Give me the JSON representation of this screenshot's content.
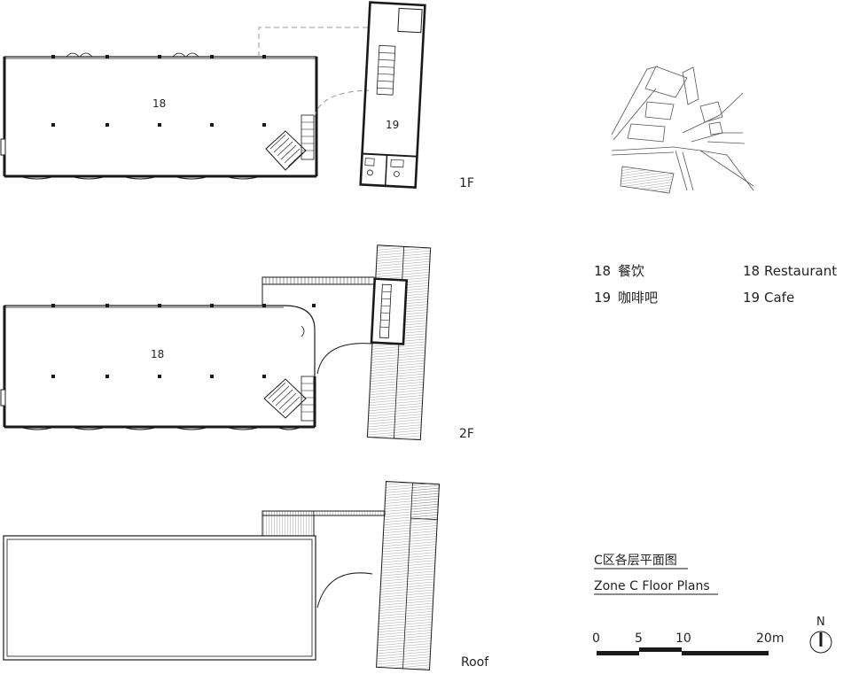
{
  "floors": [
    {
      "label": "1F",
      "rooms": [
        "18",
        "19"
      ]
    },
    {
      "label": "2F",
      "rooms": [
        "18"
      ]
    },
    {
      "label": "Roof",
      "rooms": []
    }
  ],
  "legend": [
    {
      "number": "18",
      "cn": "餐饮",
      "en": "Restaurant"
    },
    {
      "number": "19",
      "cn": "咖啡吧",
      "en": "Cafe"
    }
  ],
  "title": {
    "cn": "C区各层平面图",
    "en": "Zone C Floor Plans"
  },
  "scale_bar": {
    "ticks": [
      "0",
      "5",
      "10",
      "20m"
    ]
  },
  "north": {
    "label": "N"
  },
  "colors": {
    "line": "#1a1a1a",
    "hatch": "#777777",
    "dash": "#999999",
    "background": "#ffffff"
  }
}
